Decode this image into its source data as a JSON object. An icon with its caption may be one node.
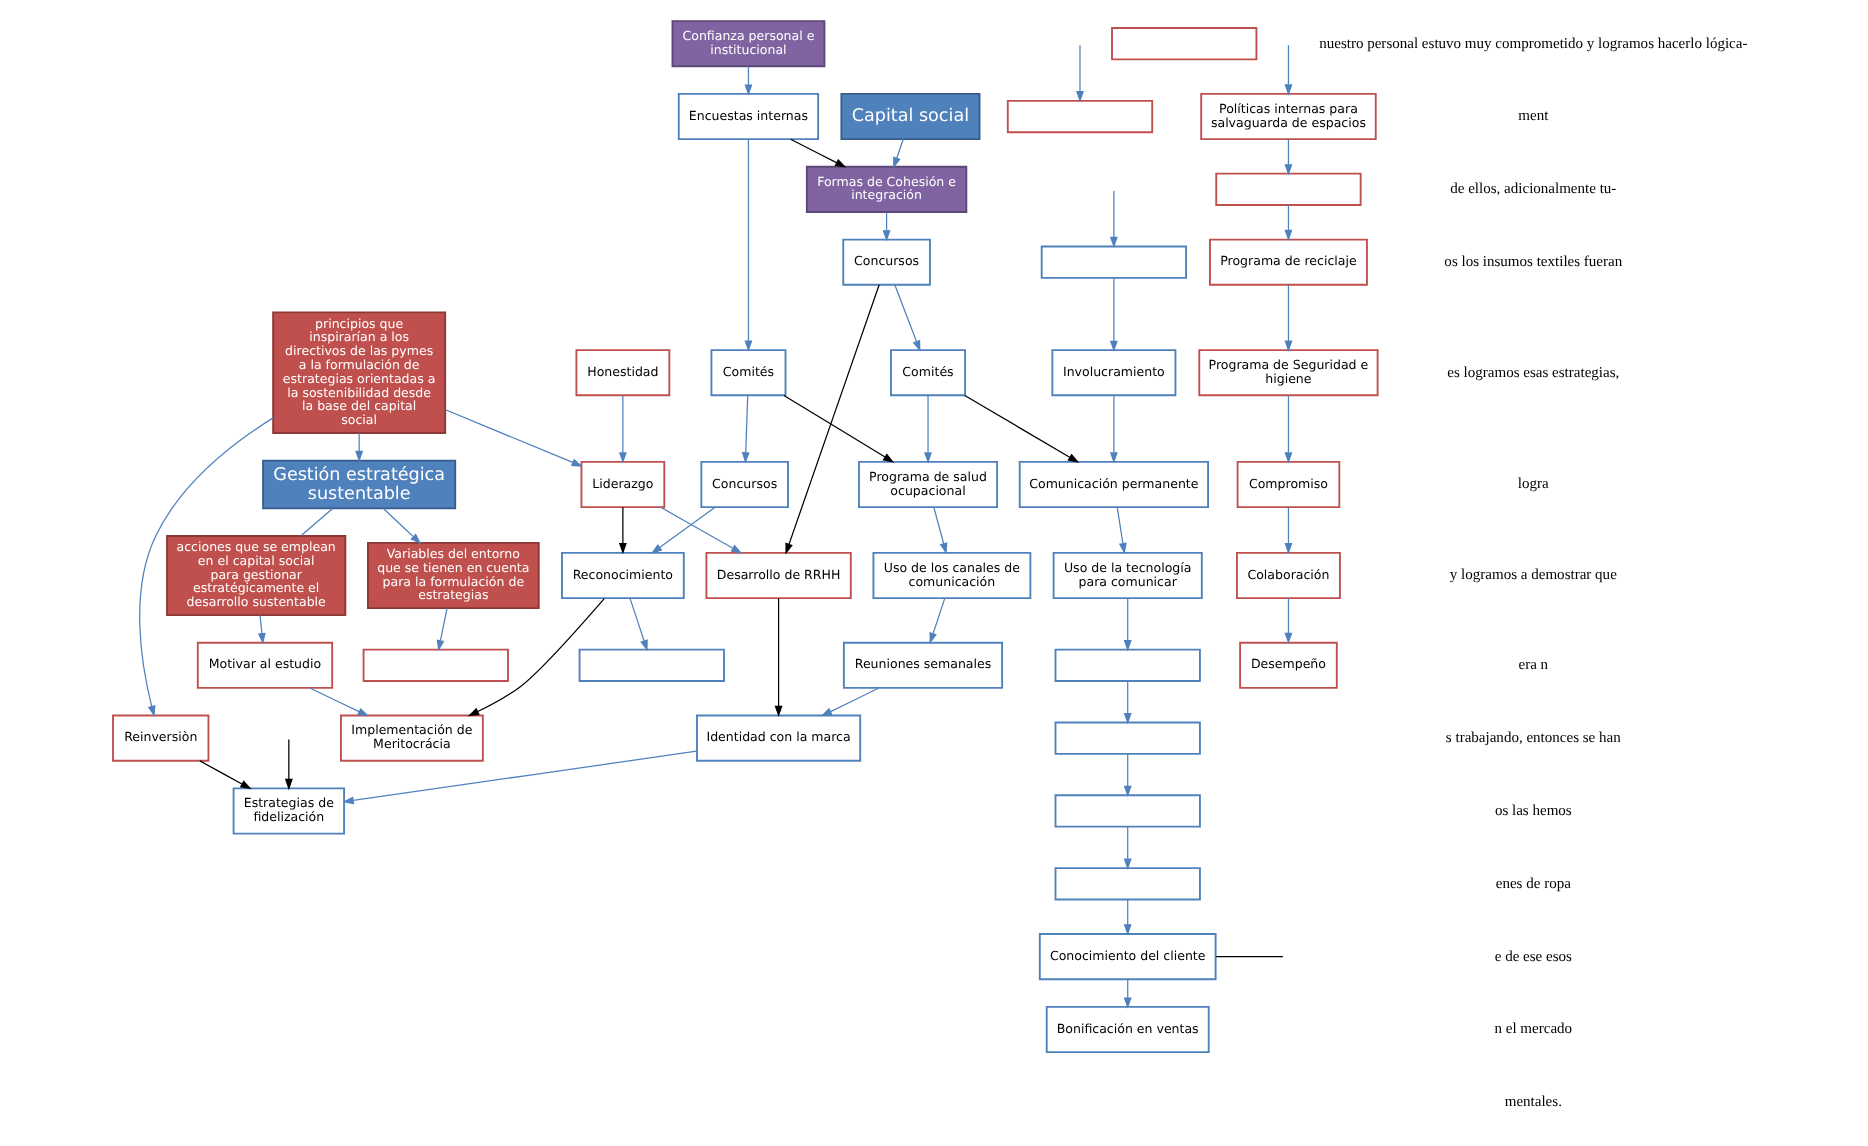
{
  "diagram": {
    "nodes": [
      {
        "text": [
          "Gestión estratégica sustentable"
        ]
      },
      {
        "text": [
          "Variables del entorno que se tienen en cuenta para la formulación de estrategias"
        ]
      },
      {
        "text": [],
        "shape": "box"
      },
      {
        "text": [],
        "shape": "box"
      },
      {
        "text": [],
        "shape": "box"
      },
      {
        "text": [
          "acciones que se emplean en el capital social para gestionar estratégicamente el desarrollo sustentable"
        ]
      },
      {
        "text": [
          "principios que inspirarían a los directivos de las pymes a la formulación de estrategias orientadas a la sostenibilidad desde la base del capital social"
        ]
      },
      {
        "text": [
          "Reinversiòn"
        ]
      },
      {
        "text": [
          "Implementación de Meritocrácia"
        ]
      },
      {
        "text": [
          "Motivar al estudio"
        ]
      },
      {
        "text": [
          "Honestidad"
        ]
      },
      {
        "text": [
          "Liderazgo"
        ]
      },
      {
        "text": [
          "Desarrollo de RRHH"
        ]
      },
      {
        "text": [
          "Políticas internas para salvaguarda de espacios"
        ]
      },
      {
        "text": [],
        "shape": "box"
      },
      {
        "text": [
          "Programa de reciclaje"
        ]
      },
      {
        "text": [
          "Programa de Seguridad e higiene"
        ]
      },
      {
        "text": [
          "Compromiso"
        ]
      },
      {
        "text": [
          "Colaboración"
        ]
      },
      {
        "text": [
          "Desempeño"
        ]
      },
      {
        "text": [
          "Confianza personal e institucional"
        ]
      },
      {
        "text": [
          "Encuestas internas"
        ]
      },
      {
        "text": [
          "Comités"
        ]
      },
      {
        "text": [
          "Concursos"
        ]
      },
      {
        "text": [
          "Reconocimiento"
        ]
      },
      {
        "text": [],
        "shape": "box"
      },
      {
        "text": [
          "Capital social"
        ]
      },
      {
        "text": [
          "Formas de Cohesión e integración"
        ]
      },
      {
        "text": [
          "Concursos"
        ]
      },
      {
        "text": [
          "Comités"
        ]
      },
      {
        "text": [
          "Programa de salud ocupacional"
        ]
      },
      {
        "text": [
          "Uso de los canales de comunicación"
        ]
      },
      {
        "text": [
          "Reuniones semanales"
        ]
      },
      {
        "text": [
          "Identidad con la marca"
        ]
      },
      {
        "text": [
          "Estrategias de fidelización"
        ]
      },
      {
        "text": [],
        "shape": "box"
      },
      {
        "text": [
          "Involucramiento"
        ]
      },
      {
        "text": [
          "Comunicación permanente"
        ]
      },
      {
        "text": [
          "Uso de la tecnología para comunicar"
        ]
      },
      {
        "text": [],
        "shape": "box"
      },
      {
        "text": [],
        "shape": "box"
      },
      {
        "text": [],
        "shape": "box"
      },
      {
        "text": [],
        "shape": "box"
      },
      {
        "text": [
          "Conocimiento del cliente"
        ]
      },
      {
        "text": [
          "Bonificación en ventas"
        ]
      }
    ],
    "edges": [
      {
        "from": 0,
        "to": 1,
        "arrow": "to"
      },
      {
        "from": 1,
        "to": 2,
        "arrow": "to"
      },
      {
        "from": null,
        "to": 3,
        "arrow": "to"
      },
      {
        "from": 0,
        "to": 5,
        "arrow": "none"
      },
      {
        "from": 6,
        "to": 0,
        "arrow": "to"
      },
      {
        "from": 6,
        "to": 11,
        "arrow": "to"
      },
      {
        "from": 6,
        "to": 7,
        "arrow": "to"
      },
      {
        "from": 5,
        "to": 9,
        "arrow": "to"
      },
      {
        "from": 9,
        "to": 8,
        "arrow": "to"
      },
      {
        "from": 10,
        "to": 11,
        "arrow": "to"
      },
      {
        "from": 11,
        "to": 12,
        "arrow": "to"
      },
      {
        "from": null,
        "to": 13,
        "arrow": "to"
      },
      {
        "from": 13,
        "to": 14,
        "arrow": "to"
      },
      {
        "from": 14,
        "to": 15,
        "arrow": "to"
      },
      {
        "from": 15,
        "to": 16,
        "arrow": "to"
      },
      {
        "from": 16,
        "to": 17,
        "arrow": "to"
      },
      {
        "from": 17,
        "to": 18,
        "arrow": "to"
      },
      {
        "from": 18,
        "to": 19,
        "arrow": "to"
      },
      {
        "from": 11,
        "to": 24,
        "arrow": "to",
        "color": "#000000"
      },
      {
        "from": 24,
        "to": 8,
        "arrow": "to",
        "color": "#000000"
      },
      {
        "from": 20,
        "to": 21,
        "arrow": "to"
      },
      {
        "from": 21,
        "to": 22,
        "arrow": "to"
      },
      {
        "from": 22,
        "to": 23,
        "arrow": "to"
      },
      {
        "from": 23,
        "to": 24,
        "arrow": "to"
      },
      {
        "from": 24,
        "to": 25,
        "arrow": "to"
      },
      {
        "from": 21,
        "to": 27,
        "arrow": "to",
        "color": "#000000"
      },
      {
        "from": 26,
        "to": 27,
        "arrow": "to"
      },
      {
        "from": 27,
        "to": 28,
        "arrow": "to"
      },
      {
        "from": 28,
        "to": 29,
        "arrow": "to"
      },
      {
        "from": 29,
        "to": 30,
        "arrow": "to"
      },
      {
        "from": 30,
        "to": 31,
        "arrow": "to"
      },
      {
        "from": 31,
        "to": 32,
        "arrow": "to"
      },
      {
        "from": 32,
        "to": 33,
        "arrow": "to"
      },
      {
        "from": 33,
        "to": 34,
        "arrow": "to"
      },
      {
        "from": 22,
        "to": 30,
        "arrow": "to",
        "color": "#000000"
      },
      {
        "from": 28,
        "to": 12,
        "arrow": "to",
        "color": "#000000"
      },
      {
        "from": 12,
        "to": 33,
        "arrow": "to",
        "color": "#000000"
      },
      {
        "from": 7,
        "to": 34,
        "arrow": "to",
        "color": "#000000"
      },
      {
        "from": null,
        "to": 34,
        "arrow": "to",
        "color": "#000000"
      },
      {
        "from": 29,
        "to": 37,
        "arrow": "to",
        "color": "#000000"
      },
      {
        "from": null,
        "to": 35,
        "arrow": "to"
      },
      {
        "from": 35,
        "to": 36,
        "arrow": "to"
      },
      {
        "from": 36,
        "to": 37,
        "arrow": "to"
      },
      {
        "from": 37,
        "to": 38,
        "arrow": "to"
      },
      {
        "from": 38,
        "to": 39,
        "arrow": "to"
      },
      {
        "from": 39,
        "to": 40,
        "arrow": "to"
      },
      {
        "from": 40,
        "to": 41,
        "arrow": "to"
      },
      {
        "from": 41,
        "to": 42,
        "arrow": "to"
      },
      {
        "from": 42,
        "to": 43,
        "arrow": "to"
      },
      {
        "from": 43,
        "to": 44,
        "arrow": "to"
      },
      {
        "from": 43,
        "to": null,
        "arrow": "none",
        "color": "#000000"
      }
    ],
    "labels": [
      "nuestro personal estuvo muy comprometido y logramos hacerlo lógica-",
      "ment",
      "de ellos, adicionalmente tu-",
      "os los insumos textiles fueran",
      "es logramos esas estrategias,",
      "logra",
      "y logramos a demostrar que",
      "era n",
      "s trabajando, entonces se han",
      "os las hemos",
      "enes de ropa",
      "e de ese esos",
      "n el mercado",
      "mentales."
    ]
  }
}
